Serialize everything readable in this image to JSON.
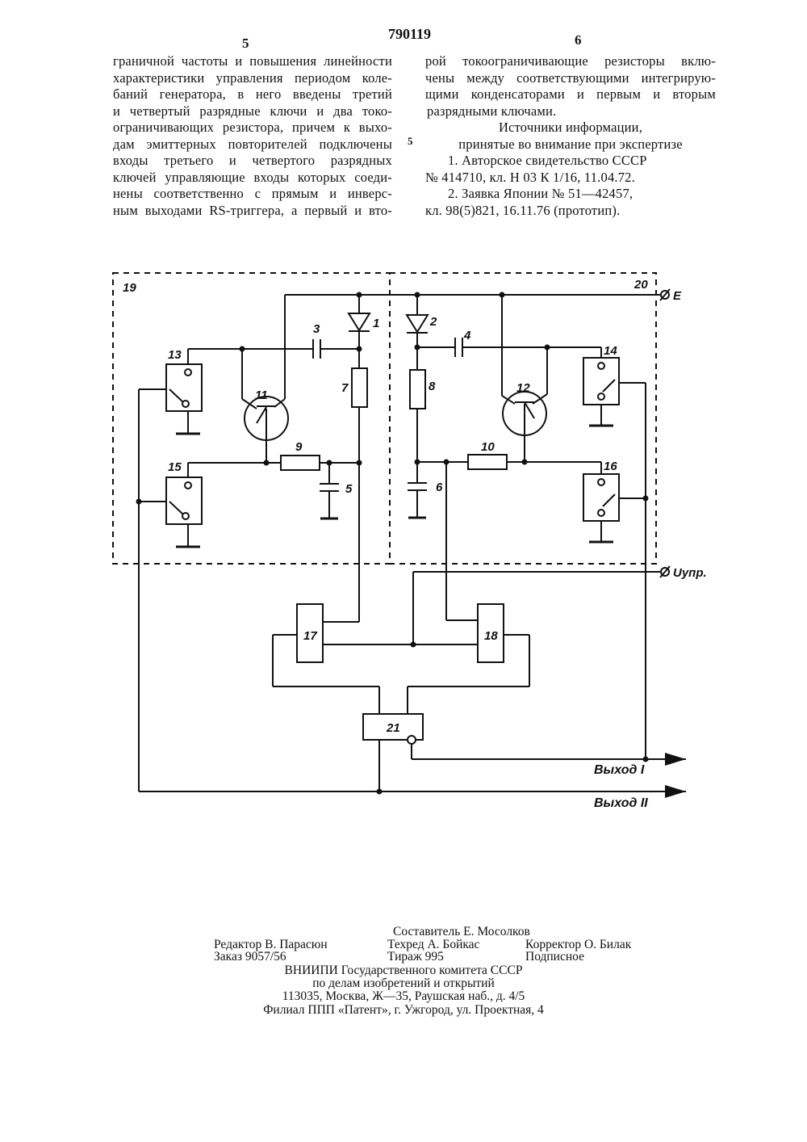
{
  "header": {
    "page_left": "5",
    "patent_number": "790119",
    "page_right": "6"
  },
  "left_column": [
    "граничной частоты и повышения линейности",
    "характеристики управления периодом коле-",
    "баний генератора, в него введены третий",
    "и четвертый разрядные ключи и два токо-",
    "ограничивающих резистора, причем к выхо-",
    "дам эмиттерных повторителей подключены",
    "входы третьего   и четвертого разрядных",
    "ключей  управляющие входы которых соеди-",
    "нены соответственно с прямым и инверс-",
    "ным выходами RS-триггера, а первый и вто-"
  ],
  "right_column": [
    "рой токоограничивающие резисторы вклю-",
    "чены между соответствующими интегрирую-",
    "щими конденсаторами и первым и вторым",
    "разрядными ключами."
  ],
  "line_number": "5",
  "sources": {
    "title": "Источники информации,",
    "subtitle": "принятые во внимание при экспертизе",
    "ref1_line1": "1. Авторское свидетельство СССР",
    "ref1_line2": "№ 414710, кл. Н 03 К 1/16, 11.04.72.",
    "ref2_line1": "2. Заявка Японии № 51—42457,",
    "ref2_line2": "кл. 98(5)821, 16.11.76 (прототип)."
  },
  "figure": {
    "block19": "19",
    "block20": "20",
    "supply": "E",
    "control": "Uупр.",
    "output1": "Выход I",
    "output2": "Выход II",
    "parts": {
      "d1": "1",
      "d2": "2",
      "c3": "3",
      "c4": "4",
      "c5": "5",
      "c6": "6",
      "r7": "7",
      "r8": "8",
      "r9": "9",
      "r10": "10",
      "q11": "11",
      "q12": "12",
      "k13": "13",
      "k14": "14",
      "k15": "15",
      "k16": "16",
      "b17": "17",
      "b18": "18",
      "b21": "21"
    }
  },
  "imprint": {
    "compiler": "Составитель Е. Мосолков",
    "editor": "Редактор В. Парасюн",
    "techred": "Техред А. Бойкас",
    "corrector": "Корректор О. Билак",
    "order": "Заказ 9057/56",
    "circulation": "Тираж 995",
    "subscription": "Подписное",
    "org1": "ВНИИПИ  Государственного  комитета  СССР",
    "org2": "по  делам  изобретений  и  открытий",
    "address": "113035,  Москва,  Ж—35,  Раушская  наб.,  д.  4/5",
    "branch": "Филиал  ППП  «Патент»,  г.  Ужгород,  ул.  Проектная,  4"
  }
}
